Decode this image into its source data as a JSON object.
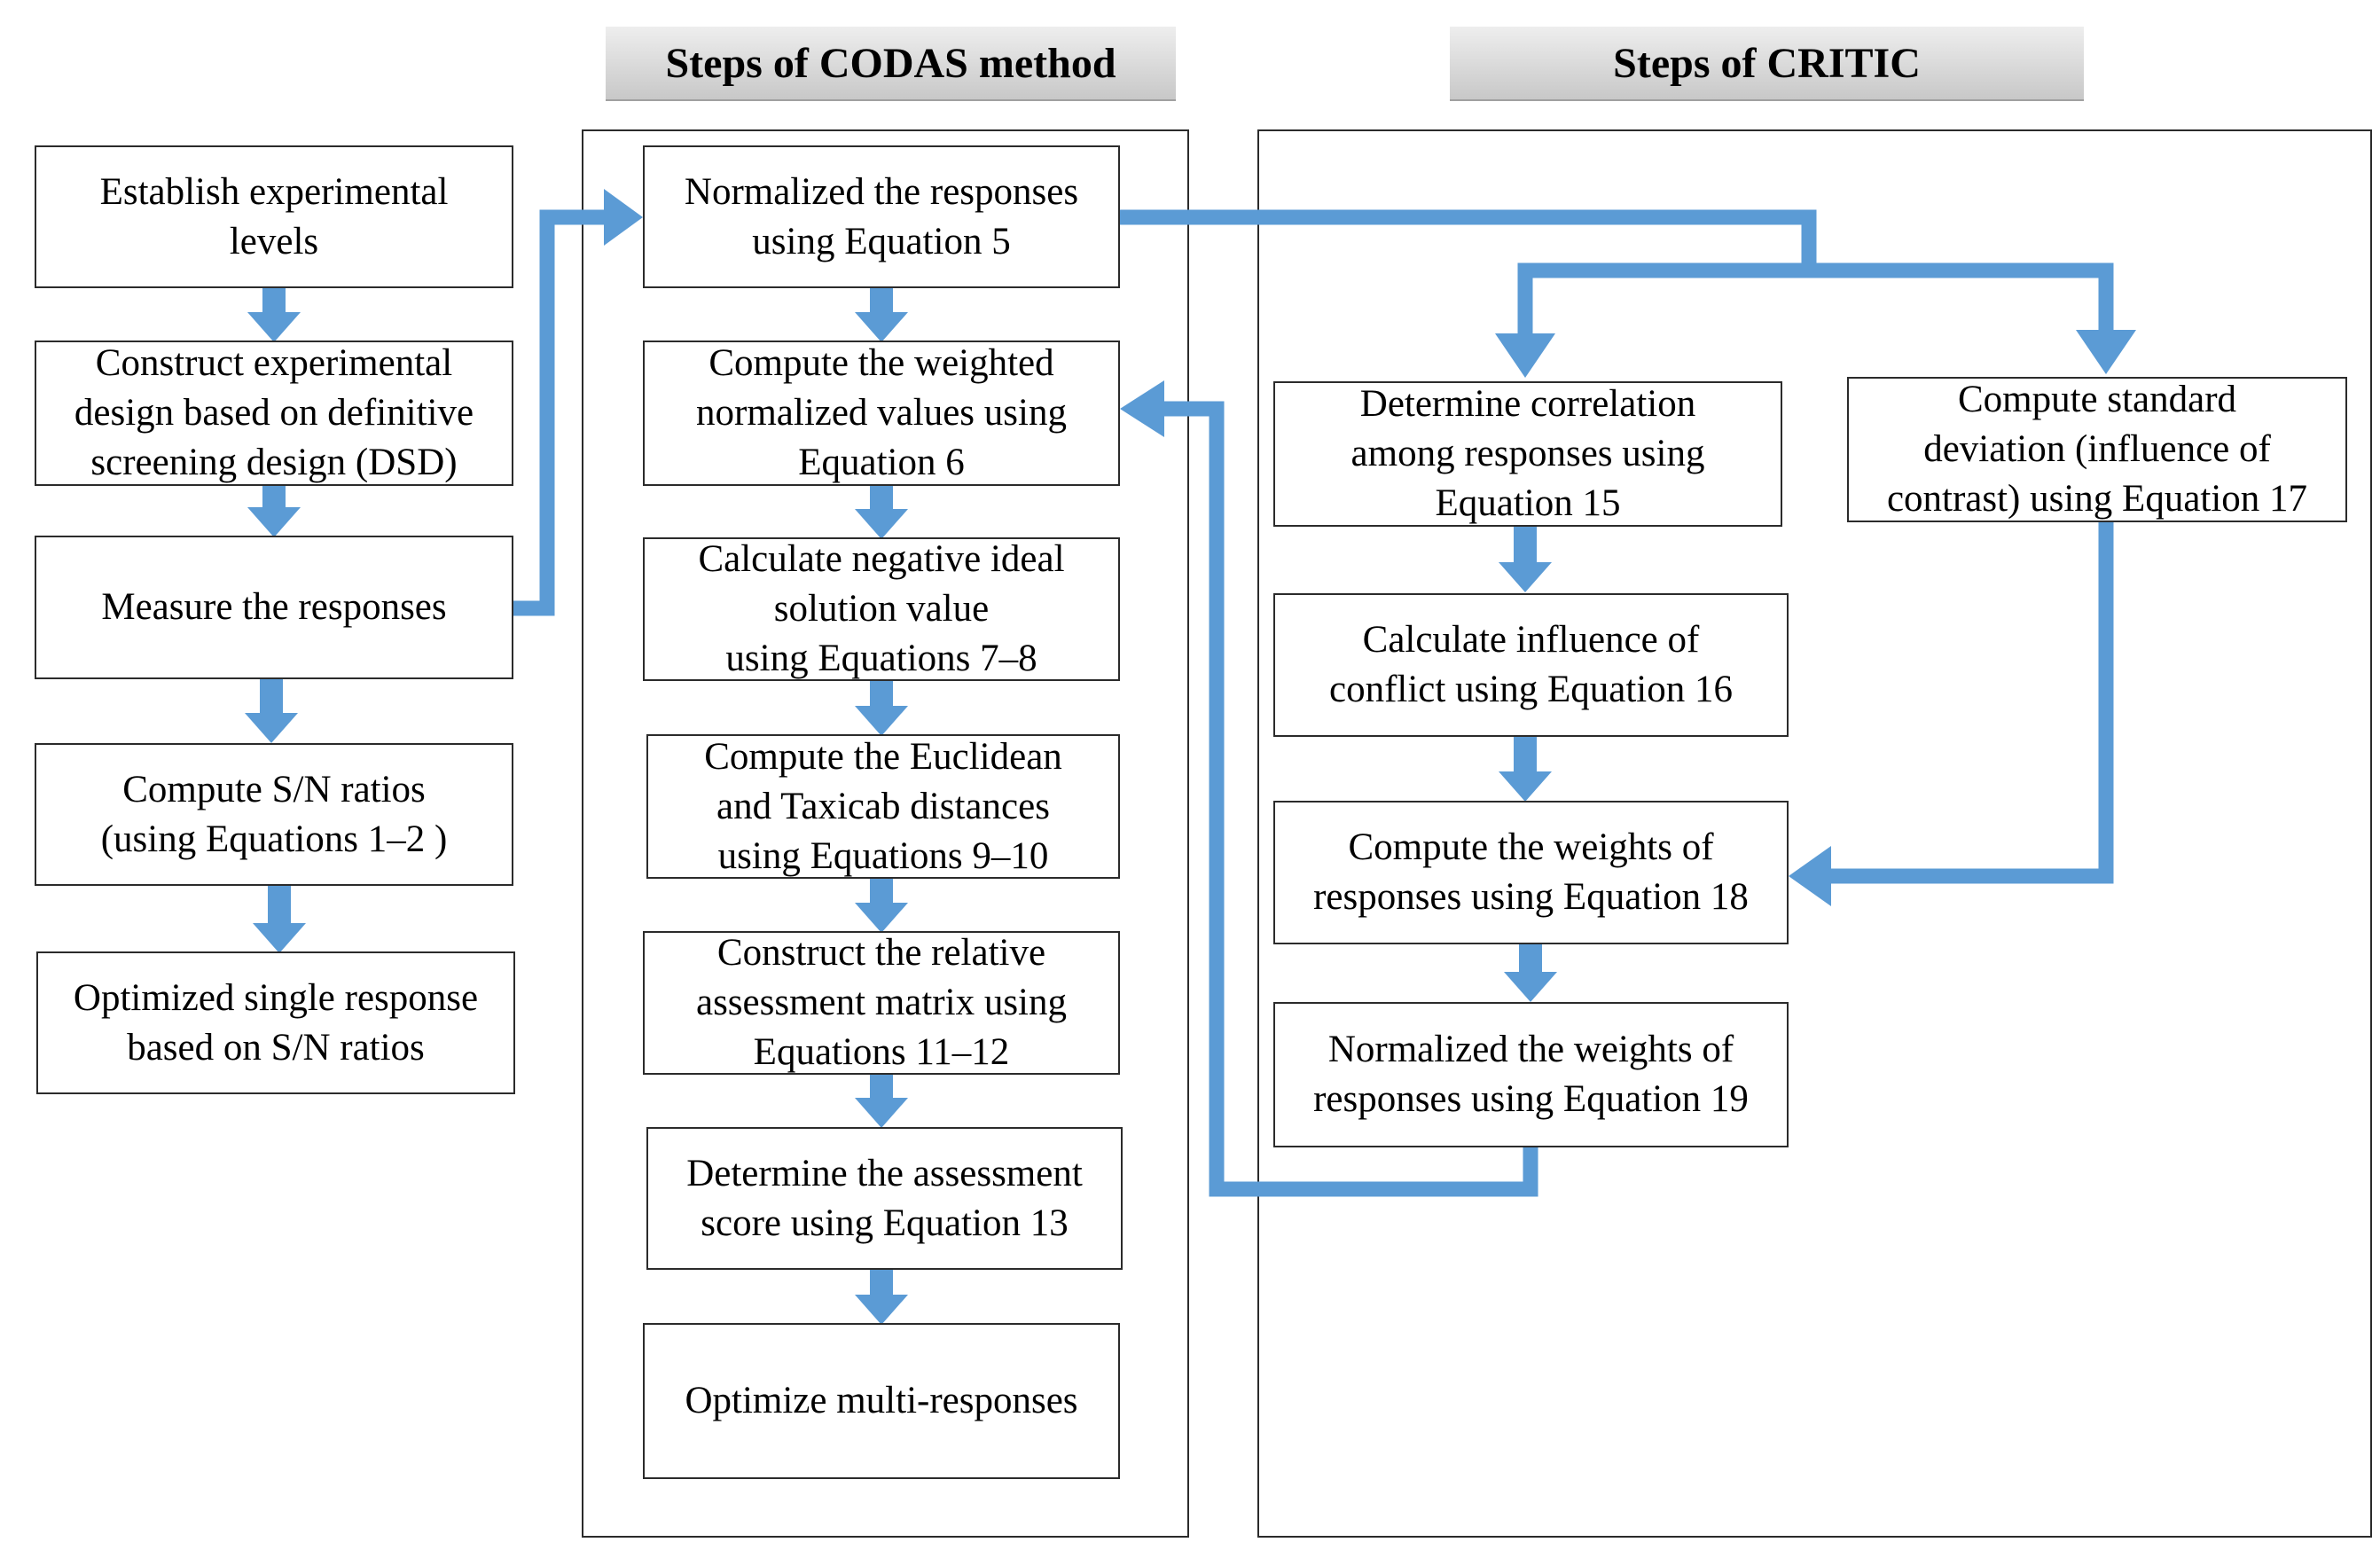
{
  "colors": {
    "arrow": "#5b9bd5",
    "border": "#2b2b2b",
    "header_bg": "#d4d4d4"
  },
  "headers": {
    "codas": "Steps of CODAS method",
    "critic": "Steps of CRITIC"
  },
  "left": {
    "levels": "Establish experimental\nlevels",
    "design": "Construct experimental\ndesign based on definitive\nscreening design (DSD)",
    "measure": "Measure the responses",
    "sn": "Compute S/N ratios\n(using Equations 1–2 )",
    "single": "Optimized single response\nbased on S/N ratios"
  },
  "codas": {
    "normalize": "Normalized the responses\nusing Equation 5",
    "weighted": "Compute the weighted\nnormalized values using\nEquation 6",
    "negative": "Calculate negative ideal\nsolution value\nusing Equations 7–8",
    "distances": "Compute the Euclidean\nand Taxicab distances\nusing Equations 9–10",
    "matrix": "Construct the relative\nassessment matrix using\nEquations 11–12",
    "score": "Determine the assessment\nscore using Equation 13",
    "optimize": "Optimize multi-responses"
  },
  "critic": {
    "correlation": "Determine correlation\namong responses using\nEquation 15",
    "stddev": "Compute standard\ndeviation (influence of\ncontrast) using Equation 17",
    "conflict": "Calculate influence of\nconflict using Equation 16",
    "weights": "Compute the weights of\nresponses using Equation 18",
    "normweights": "Normalized the weights of\nresponses using Equation 19"
  }
}
